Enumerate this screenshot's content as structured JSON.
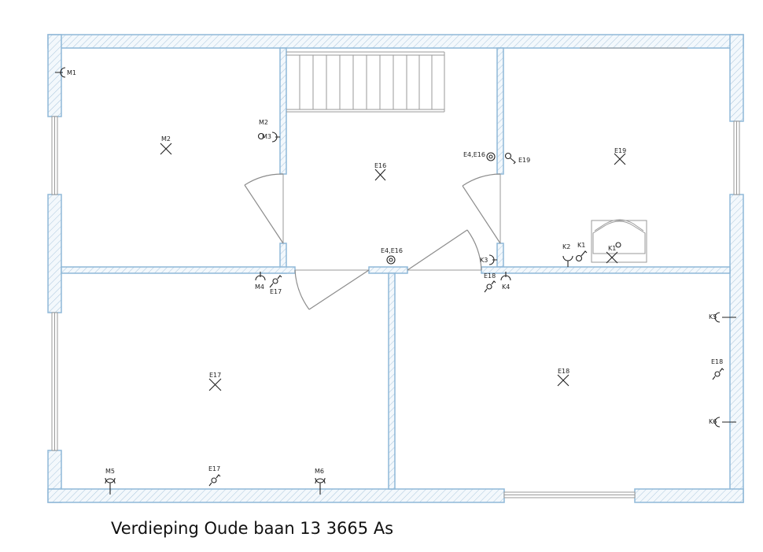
{
  "caption": "Verdieping Oude baan 13 3665 As",
  "colors": {
    "wall_outline": "#8fb8d8",
    "hatch": "#a9c6dd",
    "symbol": "#222222",
    "line": "#9a9a9a"
  },
  "labels": {
    "m1": "M1",
    "m2_ceiling": "M2",
    "m2_wall": "M2",
    "m3": "M3",
    "e16_ceiling": "E16",
    "e4e16_upper": "E4,E16",
    "e19_switch": "E19",
    "e19_ceiling": "E19",
    "e4e16_lower": "E4,E16",
    "m4": "M4",
    "e17_switch_door": "E17",
    "k3": "K3",
    "e18_switch_door": "E18",
    "k4": "K4",
    "k2": "K2",
    "k1_switch": "K1",
    "k1_ceiling": "K1",
    "k5": "K5",
    "e18_wall": "E18",
    "k6": "K6",
    "e18_ceiling": "E18",
    "e17_ceiling": "E17",
    "m5": "M5",
    "e17_wall": "E17",
    "m6": "M6"
  },
  "legend_symbols": {
    "ceiling_light": "cross-x",
    "socket": "half-circle-with-stem",
    "switch": "circle-with-tail",
    "junction": "double-circle"
  }
}
